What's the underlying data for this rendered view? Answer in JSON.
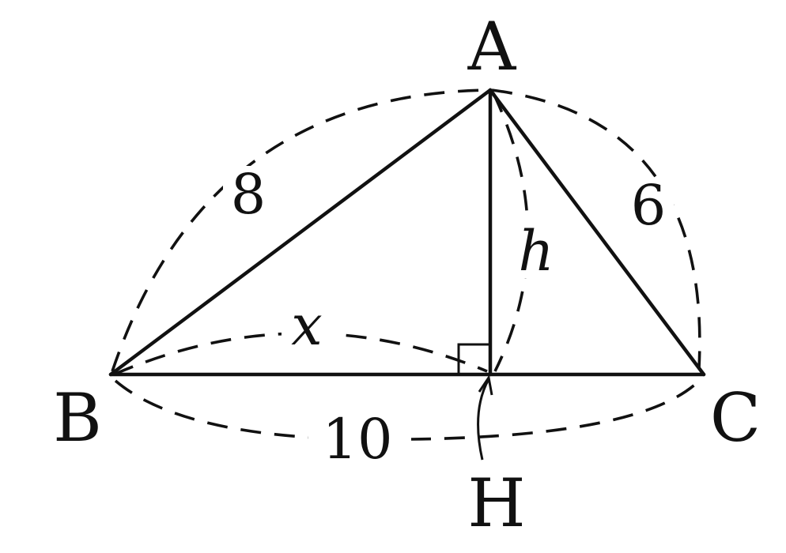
{
  "vertices": {
    "a": "A",
    "b": "B",
    "c": "C",
    "h": "H"
  },
  "lengths": {
    "ab": "8",
    "ac": "6",
    "bc": "10",
    "bh": "x",
    "ah": "h"
  }
}
